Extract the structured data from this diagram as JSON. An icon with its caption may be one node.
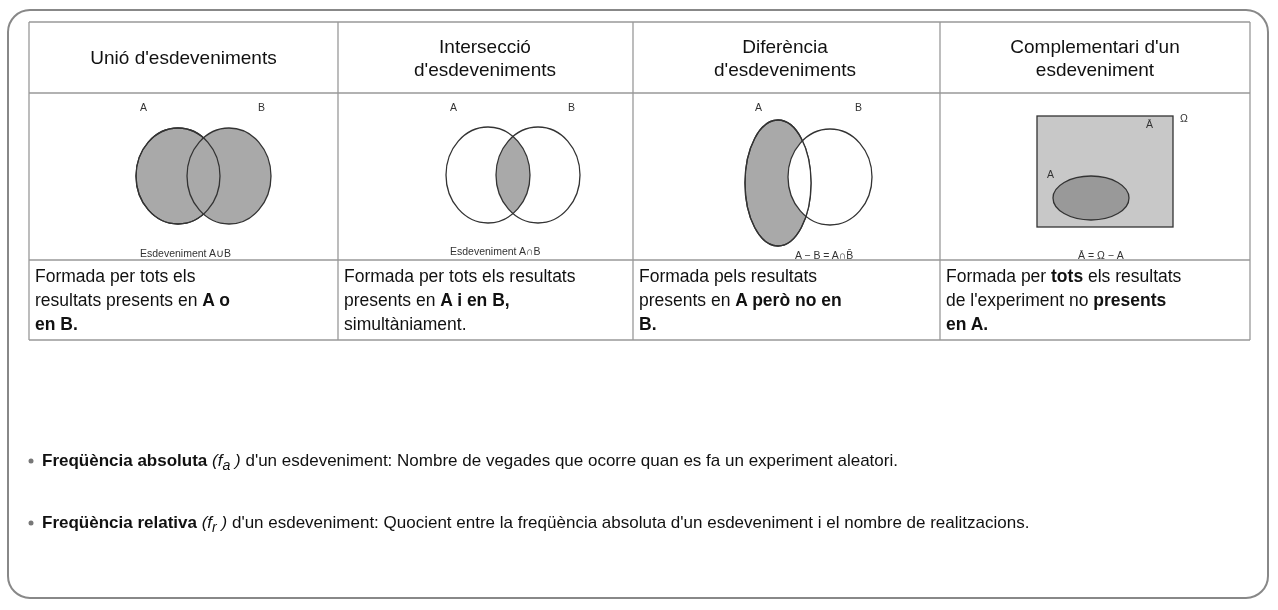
{
  "diagram": {
    "labels": [
      "Unió d'esdeveniments",
      "Intersecció d'esdeveniments",
      "Diferència d'esdeveniments",
      "Complementari d'un esdeveniment",
      "A",
      "B",
      "Esdeveniment A∪B",
      "A",
      "B",
      "Esdeveniment A∩B",
      "A",
      "B",
      "A − B = A∩B̄",
      "Ā",
      "Ω",
      "A",
      "Ā = Ω − A",
      "Formada per tots els resultats presents en **A o en B.**",
      "Formada per tots els resultats presents en **A i en B,** simultàniament.",
      "Formada pels resultats presents en **A però no en B.**",
      "Formada per **tots** els resultats de l'experiment no **presents en A.**",
      "**Freqüència absoluta** *(f$_{a}$ )* d'un esdeveniment: Nombre de vegades que ocorre quan es fa un experiment aleatori.",
      "**Freqüència relativa** *(f$_{r}$ )* d'un esdeveniment: Quocient entre la freqüència absoluta d'un esdeveniment i el nombre de realitzacions."
    ]
  }
}
